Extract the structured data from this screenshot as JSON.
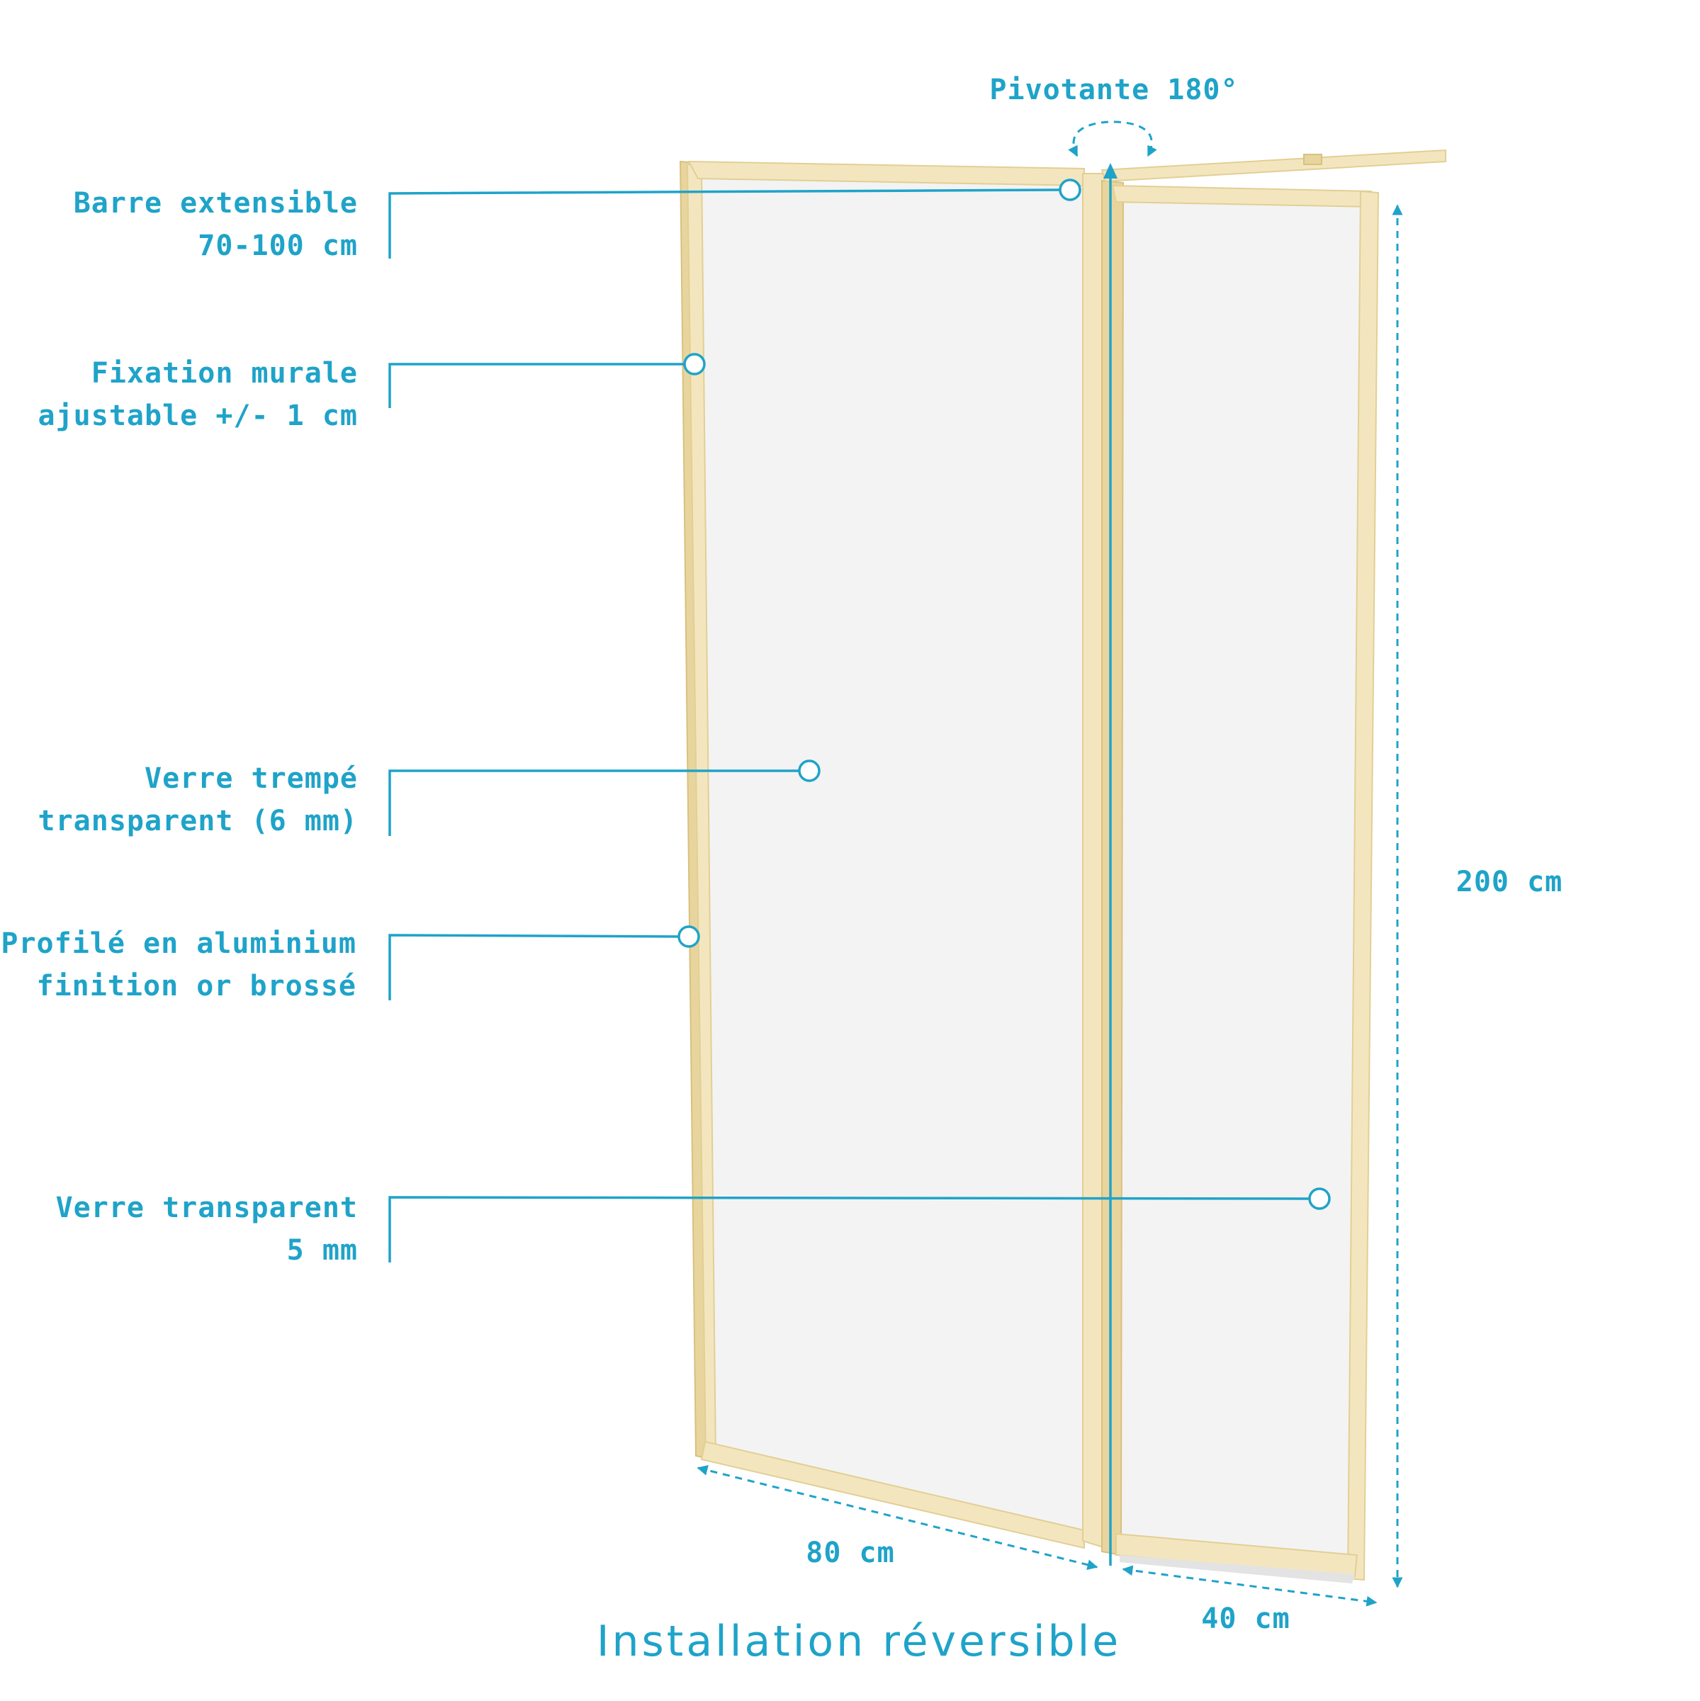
{
  "callouts": [
    {
      "id": "barre",
      "line1": "Barre extensible",
      "line2": "70-100 cm"
    },
    {
      "id": "fixation",
      "line1": "Fixation murale",
      "line2": "ajustable +/- 1 cm"
    },
    {
      "id": "verre-trempe",
      "line1": "Verre trempé",
      "line2": "transparent (6 mm)"
    },
    {
      "id": "profile",
      "line1": "Profilé en aluminium",
      "line2": "finition or brossé"
    },
    {
      "id": "verre-5",
      "line1": "Verre transparent",
      "line2": "5 mm"
    }
  ],
  "pivot_label": "Pivotante 180°",
  "dimensions": {
    "height": "200 cm",
    "width_main": "80 cm",
    "width_flap": "40 cm"
  },
  "footer": "Installation réversible",
  "colors": {
    "accent": "#1fa3c9",
    "frame": "#f3e6bf",
    "glass": "#f3f3f3"
  }
}
